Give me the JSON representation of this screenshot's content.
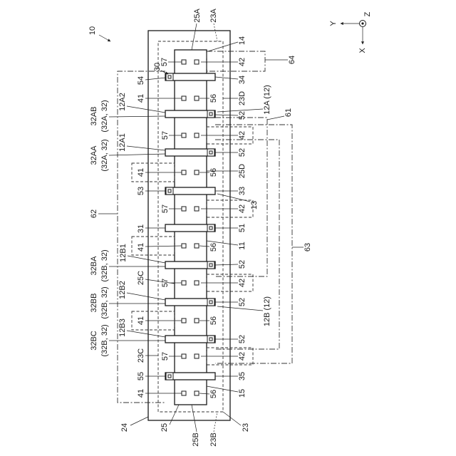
{
  "figure": {
    "device_ref": "10",
    "axes": {
      "y": "Y",
      "z": "Z",
      "x": "X"
    },
    "top": {
      "column_top": "25A",
      "region_top": "23A",
      "unit_14": "14",
      "box_64": "64"
    },
    "bottom": {
      "substrate": "24",
      "column": "25",
      "column_bottom": "25B",
      "region_bottom": "23B",
      "region": "23"
    },
    "refs": {
      "contact_arrow": "30",
      "region_23d": "23D",
      "wiring_12a": "12A (12)",
      "box_61": "61",
      "column_25d": "25D",
      "ref_13": "13",
      "box_62": "62",
      "ref_11": "11",
      "box_63": "63",
      "column_25c": "25C",
      "wiring_12b": "12B (12)",
      "region_23c": "23C",
      "ref_15": "15"
    },
    "cells_57_42": [
      {
        "left": "57",
        "right": "42"
      },
      {
        "left": "57",
        "right": "42"
      },
      {
        "left": "57",
        "right": "42"
      },
      {
        "left": "57",
        "right": "42"
      },
      {
        "left": "57",
        "right": "42"
      }
    ],
    "cells_41_56": [
      {
        "left": "41",
        "mid": "56"
      },
      {
        "left": "41",
        "mid": "56"
      },
      {
        "left": "41",
        "mid": "56"
      },
      {
        "left": "41",
        "mid": "56"
      },
      {
        "left": "41",
        "mid": "56"
      }
    ],
    "electrodes": [
      {
        "contact": "54",
        "bar": "34"
      },
      {
        "wire": "12A2",
        "name": "32AB",
        "sub": "(32A, 32)",
        "contact": "52"
      },
      {
        "wire": "12A1",
        "name": "32AA",
        "sub": "(32A, 32)",
        "contact": "52"
      },
      {
        "contact": "53",
        "bar": "33"
      },
      {
        "bar": "31",
        "contact": "51"
      },
      {
        "wire": "12B1",
        "name": "32BA",
        "sub": "(32B, 32)",
        "contact": "52"
      },
      {
        "wire": "12B2",
        "name": "32BB",
        "sub": "(32B, 32)",
        "contact": "52"
      },
      {
        "wire": "12B3",
        "name": "32BC",
        "sub": "(32B, 32)",
        "contact": "52"
      },
      {
        "contact": "55",
        "bar": "35"
      }
    ]
  }
}
